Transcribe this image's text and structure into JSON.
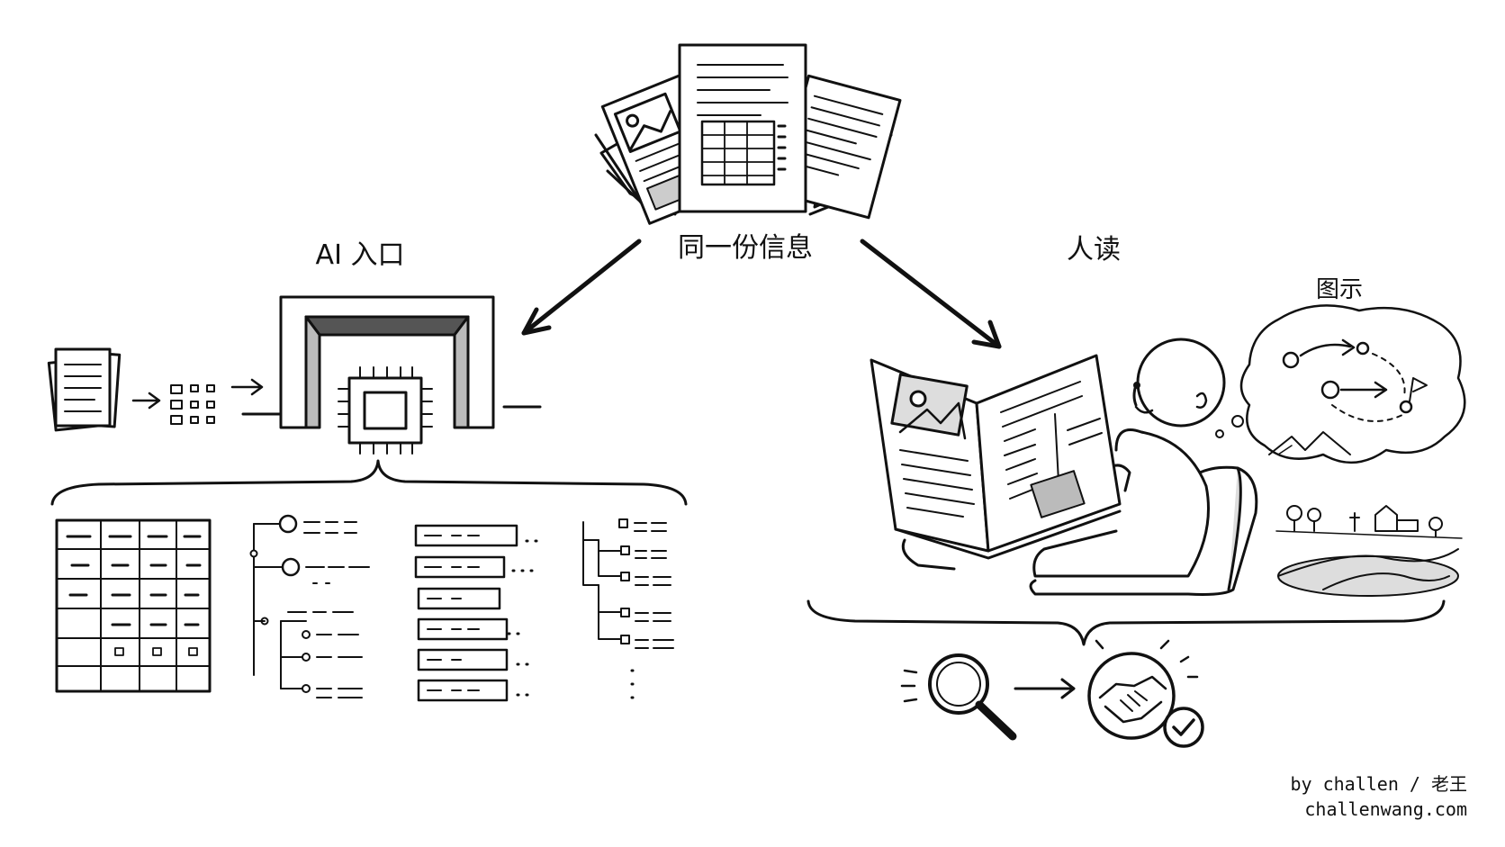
{
  "labels": {
    "source": "同一份信息",
    "ai_entry": "AI 入口",
    "human_read": "人读",
    "diagram": "图示"
  },
  "credit": {
    "line1": "by challen / 老王",
    "line2": "challenwang.com"
  },
  "colors": {
    "ink": "#111111",
    "paper": "#ffffff",
    "shade": "#c8c8c8",
    "dark_shade": "#6a6a6a"
  }
}
